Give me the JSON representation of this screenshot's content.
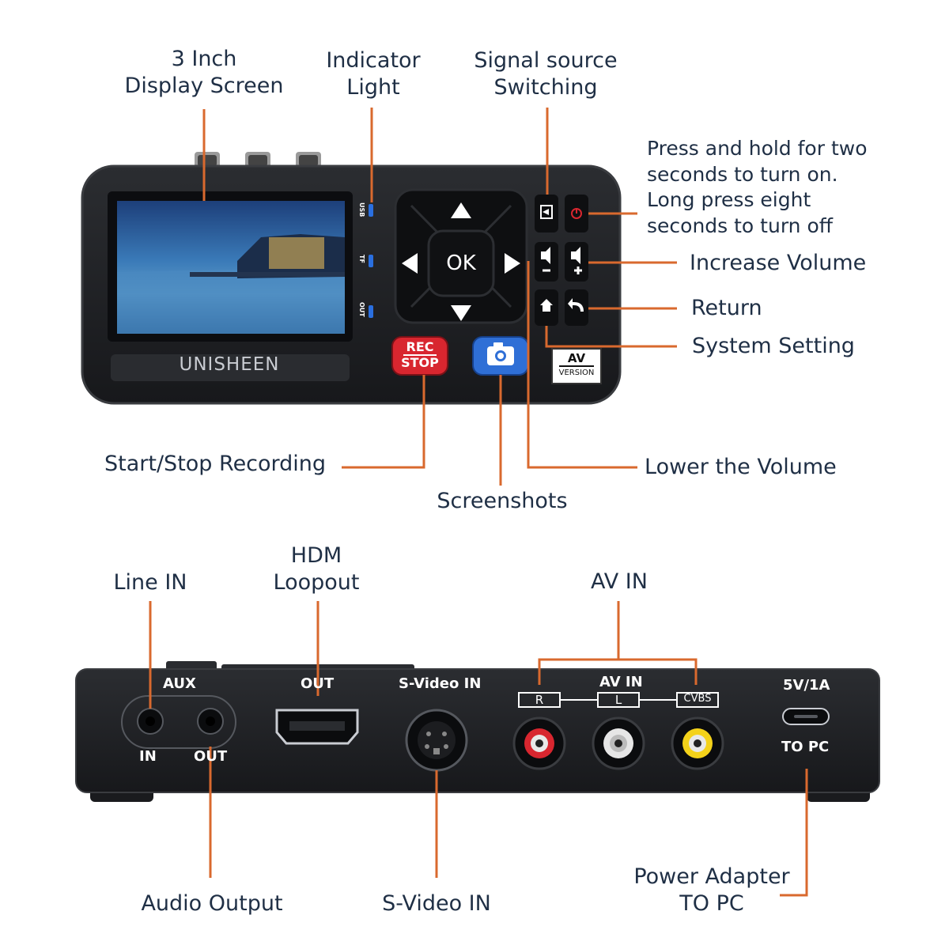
{
  "top_labels": {
    "display_screen": [
      "3 Inch",
      "Display Screen"
    ],
    "indicator_light": [
      "Indicator",
      "Light"
    ],
    "signal_source": [
      "Signal source",
      "Switching"
    ],
    "power": [
      "Press and hold for two",
      "seconds to turn on.",
      "Long press eight",
      "seconds to turn off"
    ],
    "increase_volume": "Increase Volume",
    "return": "Return",
    "system_setting": "System Setting",
    "start_stop_recording": "Start/Stop Recording",
    "lower_volume": "Lower the Volume",
    "screenshots": "Screenshots"
  },
  "device_front": {
    "brand": "UNISHEEN",
    "led_labels": [
      "USB",
      "TF",
      "OUT"
    ],
    "ok_label": "OK",
    "rec_label": [
      "REC",
      "STOP"
    ],
    "av_badge": [
      "AV",
      "VERSION"
    ]
  },
  "bottom_labels": {
    "line_in": "Line IN",
    "hdmi_loopout": [
      "HDM",
      "Loopout"
    ],
    "av_in": "AV IN",
    "audio_output": "Audio Output",
    "svideo_in": "S-Video IN",
    "power_adapter": [
      "Power Adapter",
      "TO PC"
    ]
  },
  "device_back": {
    "aux": "AUX",
    "aux_in": "IN",
    "aux_out": "OUT",
    "hdmi_out": "OUT",
    "svideo": "S-Video IN",
    "av_in": "AV IN",
    "r": "R",
    "l": "L",
    "cvbs": "CVBS",
    "power": "5V/1A",
    "to_pc": "TO PC"
  },
  "colors": {
    "leader": "#d9692e",
    "label_text": "#1f2f45",
    "device_body": "#202226",
    "rec_button": "#d8262f",
    "camera_button": "#2f6fd6",
    "led": "#2a6fe0"
  }
}
